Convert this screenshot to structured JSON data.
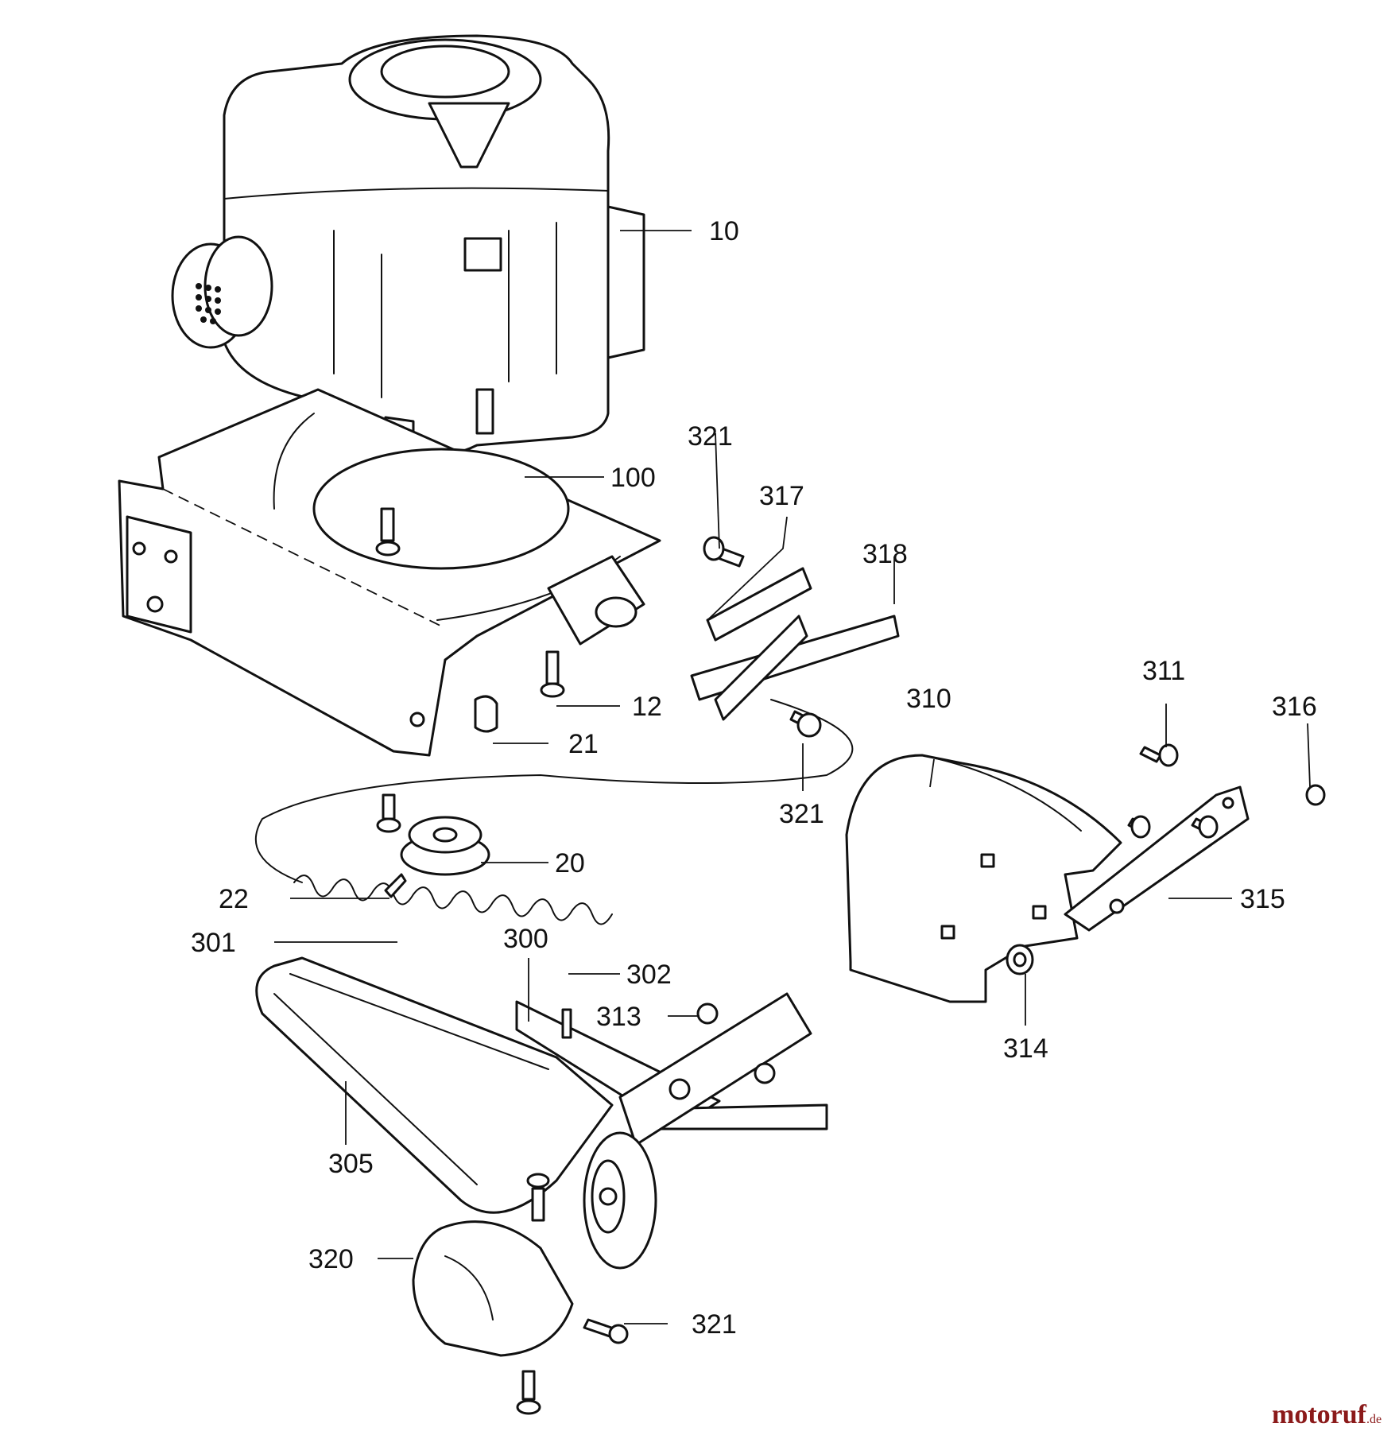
{
  "labels": [
    "10",
    "100",
    "321",
    "317",
    "318",
    "12",
    "21",
    "321",
    "310",
    "311",
    "316",
    "20",
    "22",
    "301",
    "300",
    "302",
    "313",
    "314",
    "315",
    "305",
    "320",
    "321"
  ],
  "watermark": {
    "name": "motoruf",
    "suffix": ".de",
    "color": "#8b1a1a"
  }
}
